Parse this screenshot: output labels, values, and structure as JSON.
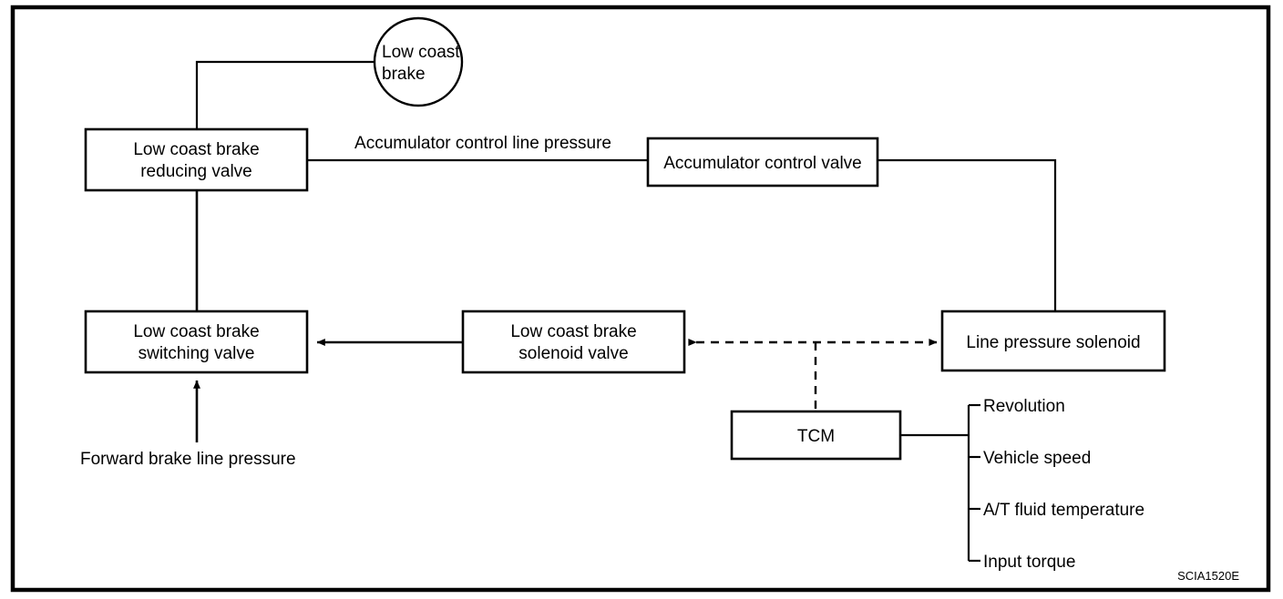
{
  "figure": {
    "id_label": "SCIA1520E",
    "border_color": "#000000",
    "background_color": "#ffffff",
    "line_color": "#000000"
  },
  "nodes": {
    "low_coast_brake": {
      "shape": "circle",
      "line1": "Low coast",
      "line2": "brake"
    },
    "reducing_valve": {
      "shape": "box",
      "line1": "Low coast brake",
      "line2": "reducing valve"
    },
    "accumulator_control_valve": {
      "shape": "box",
      "line1": "Accumulator control valve"
    },
    "switching_valve": {
      "shape": "box",
      "line1": "Low coast brake",
      "line2": "switching valve"
    },
    "solenoid_valve": {
      "shape": "box",
      "line1": "Low coast brake",
      "line2": "solenoid valve"
    },
    "line_pressure_solenoid": {
      "shape": "box",
      "line1": "Line pressure solenoid"
    },
    "tcm": {
      "shape": "box",
      "line1": "TCM"
    }
  },
  "edge_labels": {
    "accumulator_control_line_pressure": "Accumulator control line pressure",
    "forward_brake_line_pressure": "Forward brake line pressure"
  },
  "tcm_inputs": {
    "items": [
      {
        "label": "Revolution"
      },
      {
        "label": "Vehicle speed"
      },
      {
        "label": "A/T fluid temperature"
      },
      {
        "label": "Input torque"
      }
    ]
  }
}
